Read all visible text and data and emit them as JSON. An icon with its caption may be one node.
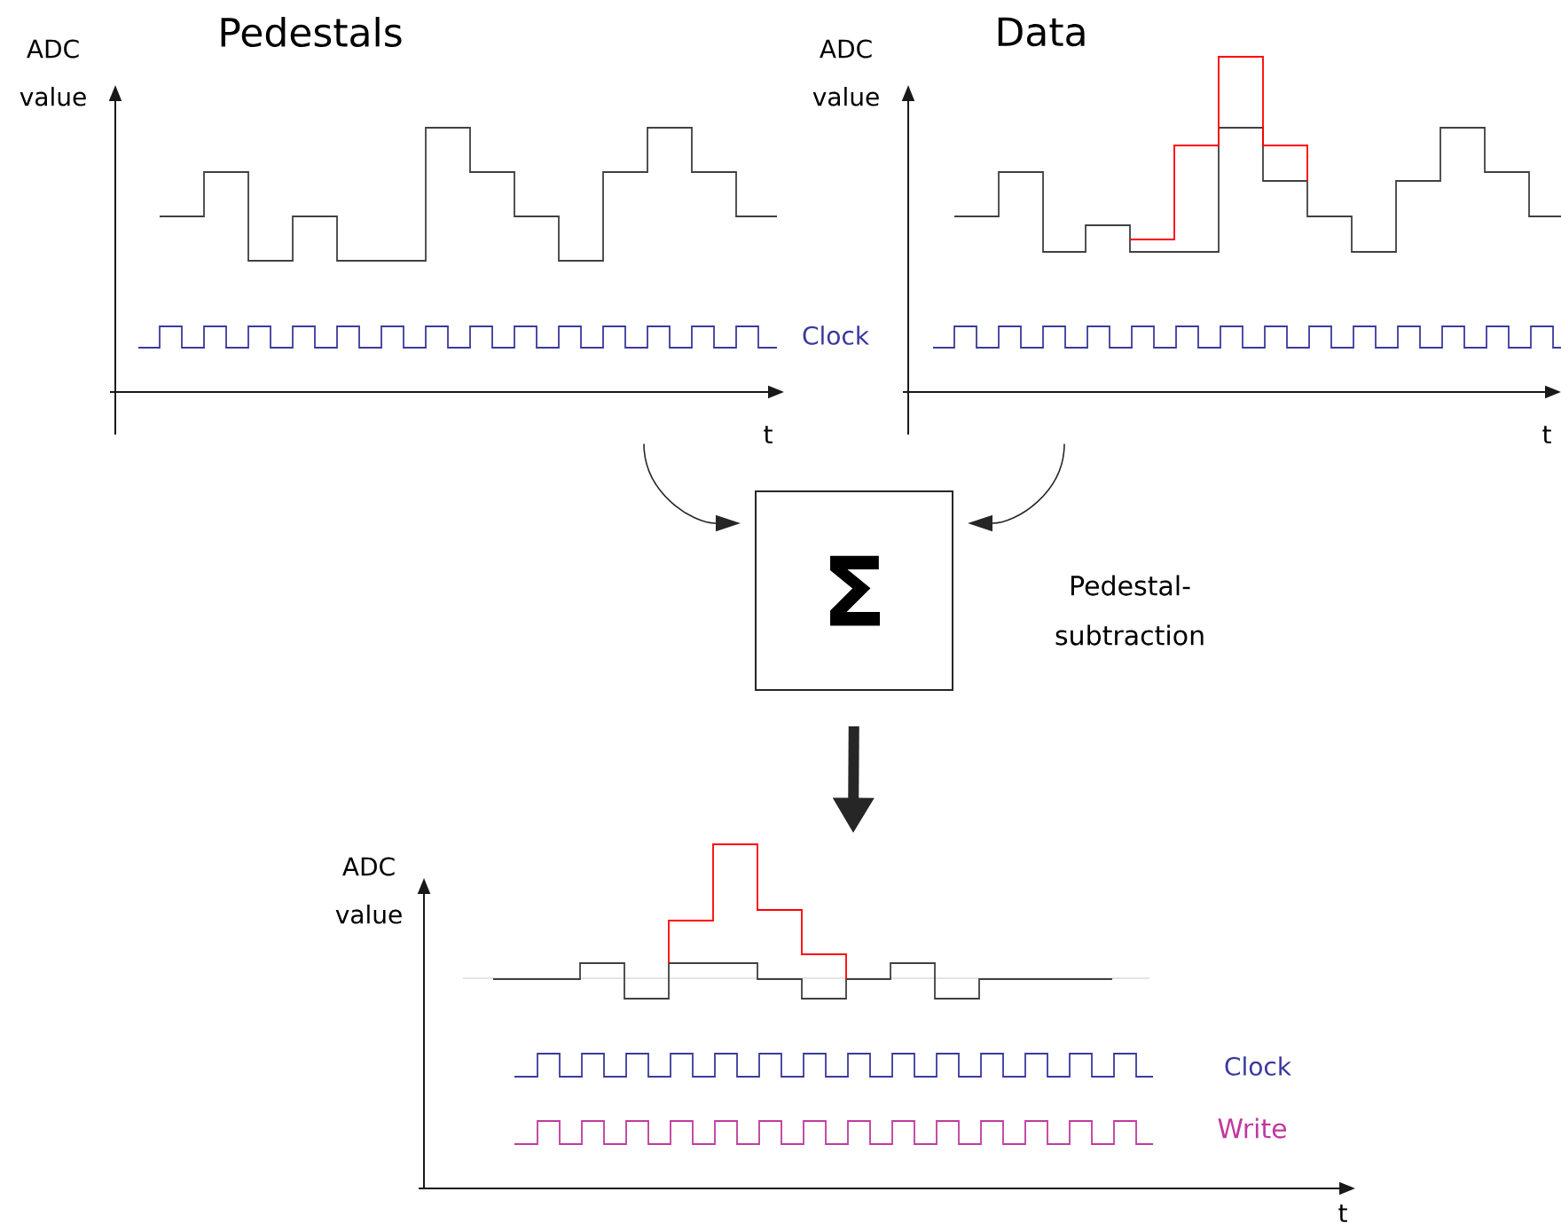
{
  "diagram": {
    "nodes": [
      {
        "text": [
          "Pedestals",
          "ADC value",
          "t"
        ]
      },
      {
        "text": [
          "Data",
          "ADC value",
          "t",
          "Clock"
        ]
      },
      {
        "text": [
          "Σ"
        ],
        "beside": [
          "Pedestal- subtraction"
        ]
      },
      {
        "text": [
          "ADC value",
          "t",
          "Clock",
          "Write"
        ]
      }
    ],
    "edges": [
      {
        "from": 0,
        "to": 2,
        "arrow": "to"
      },
      {
        "from": 1,
        "to": 2,
        "arrow": "to"
      },
      {
        "from": 2,
        "to": 3,
        "arrow": "to",
        "style": "thick"
      }
    ]
  }
}
